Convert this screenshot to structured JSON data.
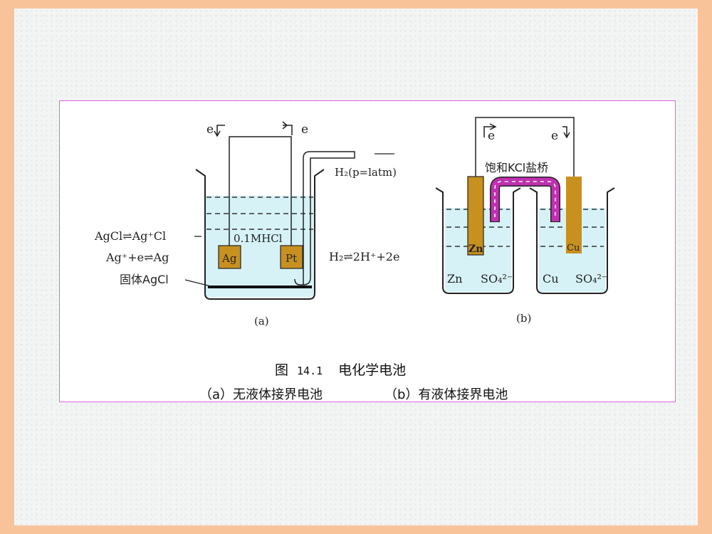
{
  "diagram": {
    "a": {
      "electron_left": "e",
      "electron_right": "e",
      "h2_gas": "H₂(p=latm)",
      "reaction_1": "AgCl⇌Ag⁺Cl",
      "reaction_2": "Ag⁺+e⇌Ag",
      "solid_label": "固体AgCl",
      "solution": "0.1MHCl",
      "electrode_left": "Ag",
      "electrode_right": "Pt",
      "h2_reaction": "H₂⇌2H⁺+2e",
      "sub_label": "(a)"
    },
    "b": {
      "electron_left": "e",
      "electron_right": "e",
      "salt_bridge": "饱和KCl盐桥",
      "electrode_left": "Zn",
      "electrode_right": "Cu",
      "left_ion_1": "Zn",
      "left_ion_2": "SO₄²⁻",
      "right_ion_1": "Cu",
      "right_ion_2": "SO₄²⁻",
      "sub_label": "(b)"
    },
    "colors": {
      "electrode": "#c8901e",
      "salt_bridge": "#c030b0",
      "solution": "#d6f2f6",
      "frame_border": "#e060e0",
      "slide_border": "#f9c39a"
    }
  },
  "caption": {
    "figure_word": "图",
    "figure_number": "14.1",
    "title": "电化学电池",
    "sub_a": "（a）无液体接界电池",
    "sub_b": "（b）有液体接界电池"
  }
}
